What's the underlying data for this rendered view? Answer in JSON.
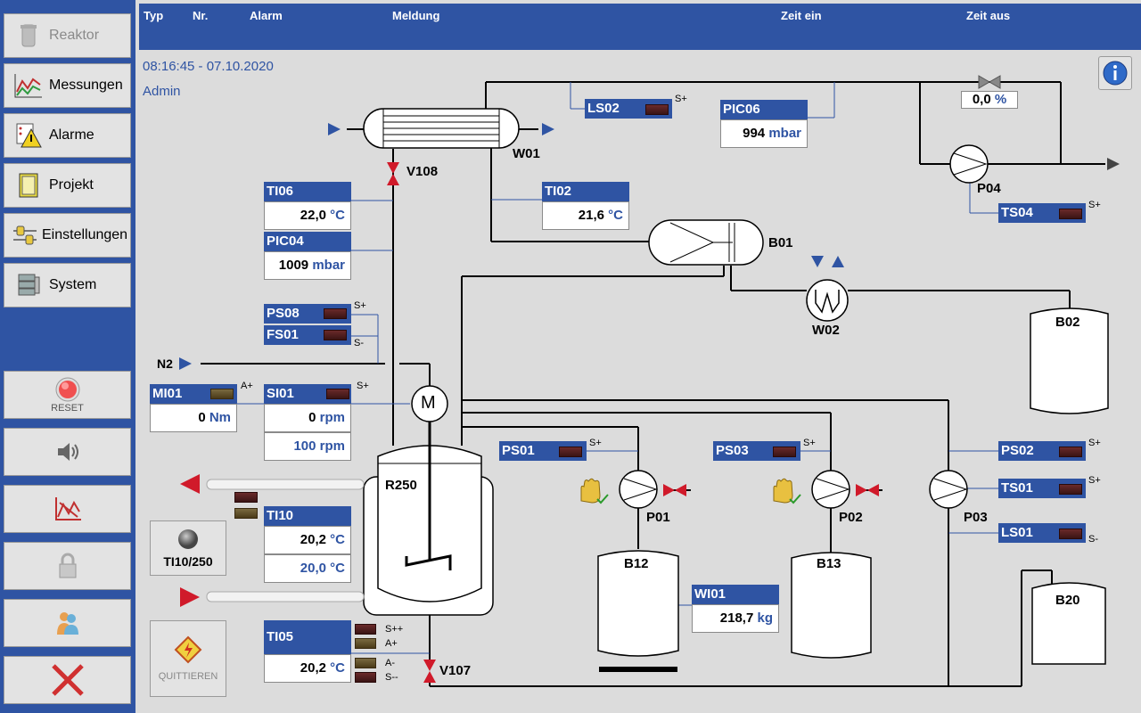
{
  "nav": [
    {
      "label": "Reaktor",
      "icon": "reactor-icon",
      "disabled": true
    },
    {
      "label": "Messungen",
      "icon": "chart-icon"
    },
    {
      "label": "Alarme",
      "icon": "alarm-warning-icon"
    },
    {
      "label": "Projekt",
      "icon": "project-book-icon"
    },
    {
      "label": "Einstellungen",
      "icon": "settings-sliders-icon"
    },
    {
      "label": "System",
      "icon": "server-icon"
    }
  ],
  "actions": {
    "reset_label": "RESET"
  },
  "alarm_header": {
    "typ": "Typ",
    "nr": "Nr.",
    "alarm": "Alarm",
    "meldung": "Meldung",
    "zeit_ein": "Zeit ein",
    "zeit_aus": "Zeit aus"
  },
  "status": {
    "datetime": "08:16:45 - 07.10.2020",
    "user": "Admin"
  },
  "tags": {
    "TI06": {
      "name": "TI06",
      "value": "22,0",
      "unit": "°C"
    },
    "PIC04": {
      "name": "PIC04",
      "value": "1009",
      "unit": "mbar"
    },
    "PS08": {
      "name": "PS08",
      "limit": "S+"
    },
    "FS01": {
      "name": "FS01",
      "limit": "S-"
    },
    "MI01": {
      "name": "MI01",
      "value": "0",
      "unit": "Nm",
      "limit": "A+"
    },
    "SI01": {
      "name": "SI01",
      "value": "0",
      "unit": "rpm",
      "setpoint": "100 rpm",
      "limit": "S+"
    },
    "TI10": {
      "name": "TI10",
      "value": "20,2",
      "unit": "°C",
      "setpoint": "20,0 °C"
    },
    "TI05": {
      "name": "TI05",
      "value": "20,2",
      "unit": "°C",
      "limits": [
        "S++",
        "A+",
        "A-",
        "S--"
      ]
    },
    "LS02": {
      "name": "LS02",
      "limit": "S+"
    },
    "PIC06": {
      "name": "PIC06",
      "value": "994",
      "unit": "mbar"
    },
    "TI02": {
      "name": "TI02",
      "value": "21,6",
      "unit": "°C"
    },
    "TS04": {
      "name": "TS04",
      "limit": "S+"
    },
    "PS01": {
      "name": "PS01",
      "limit": "S+"
    },
    "PS03": {
      "name": "PS03",
      "limit": "S+"
    },
    "PS02": {
      "name": "PS02",
      "limit": "S+"
    },
    "TS01": {
      "name": "TS01",
      "limit": "S+"
    },
    "LS01": {
      "name": "LS01",
      "limit": "S-"
    },
    "WI01": {
      "name": "WI01",
      "value": "218,7",
      "unit": "kg"
    }
  },
  "valve_pct": {
    "value": "0,0",
    "unit": "%"
  },
  "equipment": {
    "W01": "W01",
    "W02": "W02",
    "V108": "V108",
    "V107": "V107",
    "B01": "B01",
    "B02": "B02",
    "B12": "B12",
    "B13": "B13",
    "B20": "B20",
    "P01": "P01",
    "P02": "P02",
    "P03": "P03",
    "P04": "P04",
    "R250": "R250",
    "N2": "N2",
    "motor": "M"
  },
  "buttons": {
    "ti10_250": "TI10/250",
    "quittieren": "QUITTIEREN"
  },
  "colors": {
    "brand_blue": "#2f54a3",
    "alarm_red": "#d01a2a"
  }
}
